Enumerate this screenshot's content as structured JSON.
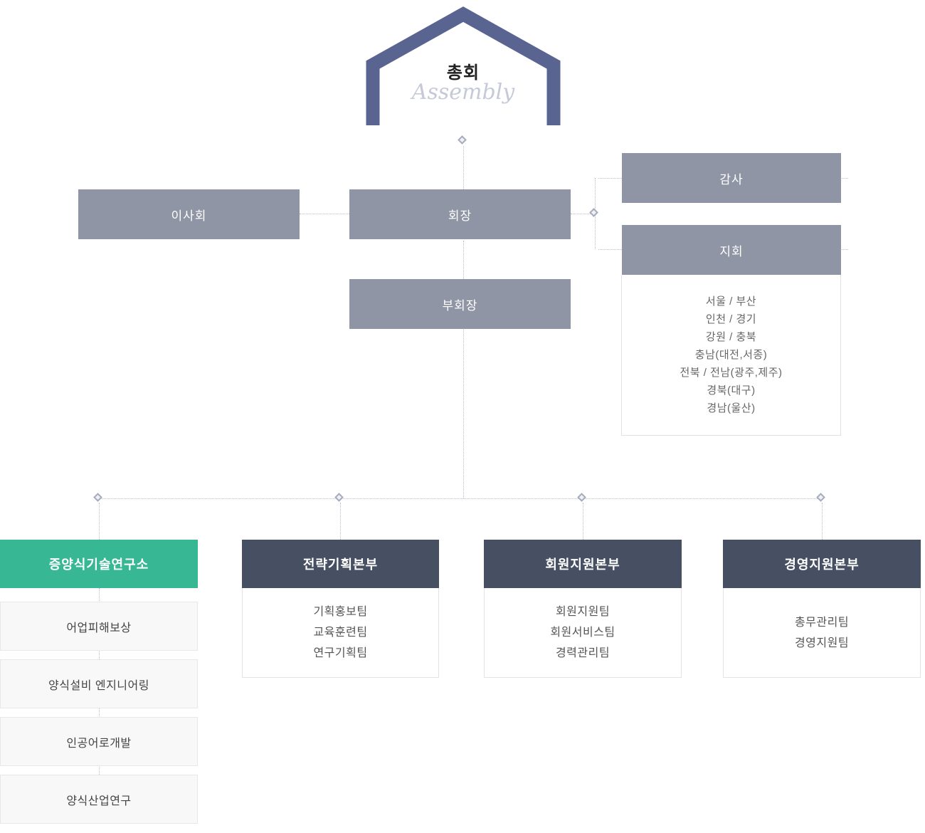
{
  "assembly": {
    "title": "총회",
    "subtitle": "Assembly"
  },
  "level2": {
    "board": "이사회",
    "president": "회장",
    "vice_president": "부회장",
    "auditor": "감사",
    "branch": "지회",
    "branch_regions": [
      "서울 / 부산",
      "인천 / 경기",
      "강원 / 충북",
      "충남(대전,서종)",
      "전북 / 전남(광주,제주)",
      "경북(대구)",
      "경남(울산)"
    ]
  },
  "departments": [
    {
      "name": "증양식기술연구소",
      "style": "green",
      "teams": [
        "어업피해보상",
        "양식설비 엔지니어링",
        "인공어로개발",
        "양식산업연구"
      ]
    },
    {
      "name": "전략기획본부",
      "style": "dark",
      "teams": [
        "기획홍보팀",
        "교육훈련팀",
        "연구기획팀"
      ]
    },
    {
      "name": "회원지원본부",
      "style": "dark",
      "teams": [
        "회원지원팀",
        "회원서비스팀",
        "경력관리팀"
      ]
    },
    {
      "name": "경영지원본부",
      "style": "dark",
      "teams": [
        "총무관리팀",
        "경영지원팀"
      ]
    }
  ],
  "colors": {
    "house_outline": "#5a6491",
    "gray_box": "#8f95a4",
    "dept_dark": "#475063",
    "dept_green": "#38b795",
    "connector": "#b7bcc8"
  }
}
